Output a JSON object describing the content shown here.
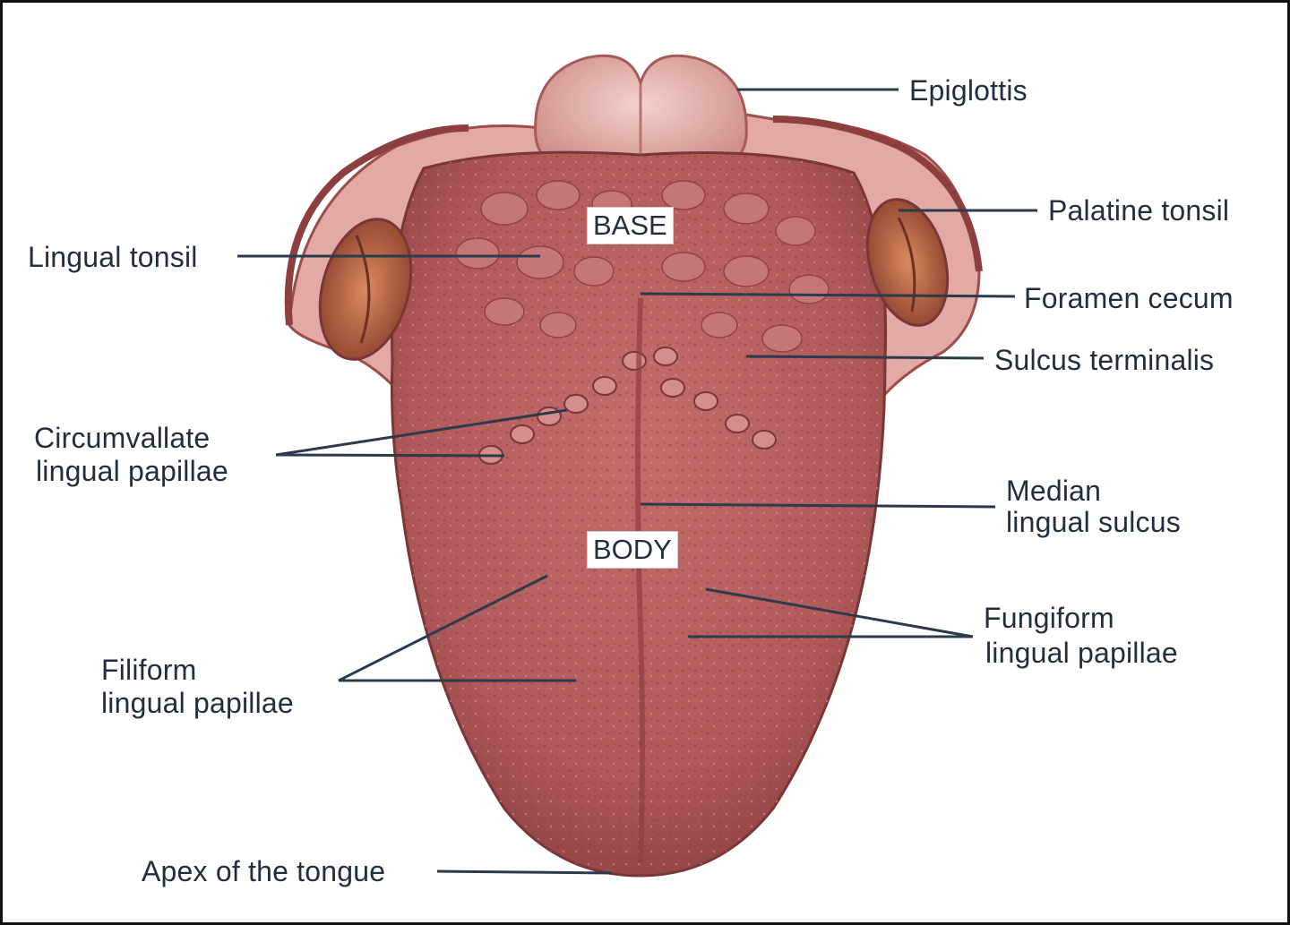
{
  "colors": {
    "tongue": "#b65f5e",
    "tongue_dark": "#8d3f40",
    "tongue_light": "#d99593",
    "mucosa": "#e3a9a6",
    "tonsil": "#a6553c",
    "leader": "#2b3b4b",
    "label_text": "#1f2f3f"
  },
  "regions": {
    "base": "BASE",
    "body": "BODY"
  },
  "labels": {
    "epiglottis": "Epiglottis",
    "palatine_tonsil": "Palatine tonsil",
    "lingual_tonsil": "Lingual tonsil",
    "foramen_cecum": "Foramen cecum",
    "sulcus_terminalis": "Sulcus terminalis",
    "circumvallate_line1": "Circumvallate",
    "circumvallate_line2": "lingual papillae",
    "median_line1": "Median",
    "median_line2": "lingual sulcus",
    "filiform_line1": "Filiform",
    "filiform_line2": "lingual papillae",
    "fungiform_line1": "Fungiform",
    "fungiform_line2": "lingual papillae",
    "apex": "Apex of the tongue"
  }
}
